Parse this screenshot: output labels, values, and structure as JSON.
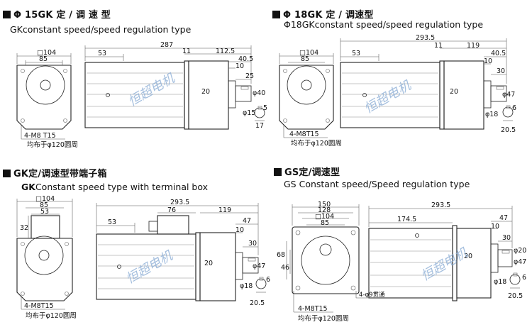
{
  "panels": {
    "p1": {
      "title": "Φ 15GK 定 / 调 速 型",
      "subtitle": "GKconstant speed/speed regulation type",
      "dims": {
        "sq": "□104",
        "w85": "85",
        "mount": "4-M8 T15",
        "pcd": "均布于φ120圆周",
        "d53": "53",
        "d287": "287",
        "d11": "11",
        "d1125": "112.5",
        "d405": "40.5",
        "d10": "10",
        "d25": "25",
        "d20": "20",
        "dphi40": "φ40",
        "dphi15": "φ15",
        "d5": "5",
        "d17": "17"
      },
      "watermark": "恒超电机"
    },
    "p2": {
      "title": "Φ 18GK 定 / 调速型",
      "subtitle": "Φ18GKconstant speed/speed regulation type",
      "dims": {
        "sq": "□104",
        "w85": "85",
        "mount": "4-M8T15",
        "pcd": "均布于φ120圆周",
        "d53": "53",
        "d2935": "293.5",
        "d11": "11",
        "d119": "119",
        "d405": "40.5",
        "d10": "10",
        "d30": "30",
        "d20": "20",
        "dphi47": "φ47",
        "dphi18": "φ18",
        "d6": "6",
        "d205": "20.5"
      },
      "watermark": "恒超电机"
    },
    "p3": {
      "title": "GK定/调速型带端子箱",
      "subtitle_bold": "GK",
      "subtitle_rest": "Constant speed type with terminal box",
      "dims": {
        "sq": "□104",
        "w85": "85",
        "w53": "53",
        "d32": "32",
        "mount": "4-M8T15",
        "pcd": "均布于φ120圆周",
        "d2935": "293.5",
        "d53": "53",
        "d76": "76",
        "d119": "119",
        "d47": "47",
        "d10": "10",
        "d30": "30",
        "d20": "20",
        "dphi47": "φ47",
        "dphi18": "φ18",
        "d6": "6",
        "d205": "20.5"
      },
      "watermark": "恒超电机"
    },
    "p4": {
      "title": "GS定/调速型",
      "subtitle": "GS Constant speed/Speed regulation type",
      "dims": {
        "d150": "150",
        "d128": "128",
        "sq": "□104",
        "w85": "85",
        "d68": "68",
        "d46": "46",
        "mount": "4-M8T15",
        "pcd": "均布于φ120圆周",
        "thru": "4-φ9贯通",
        "d2935": "293.5",
        "d1745": "174.5",
        "d47": "47",
        "d10": "10",
        "d30": "30",
        "d20": "20",
        "dphi20": "φ20",
        "dphi47": "φ47",
        "dphi18": "φ18",
        "d6": "6",
        "d205": "20.5"
      },
      "watermark": "恒超电机"
    }
  }
}
